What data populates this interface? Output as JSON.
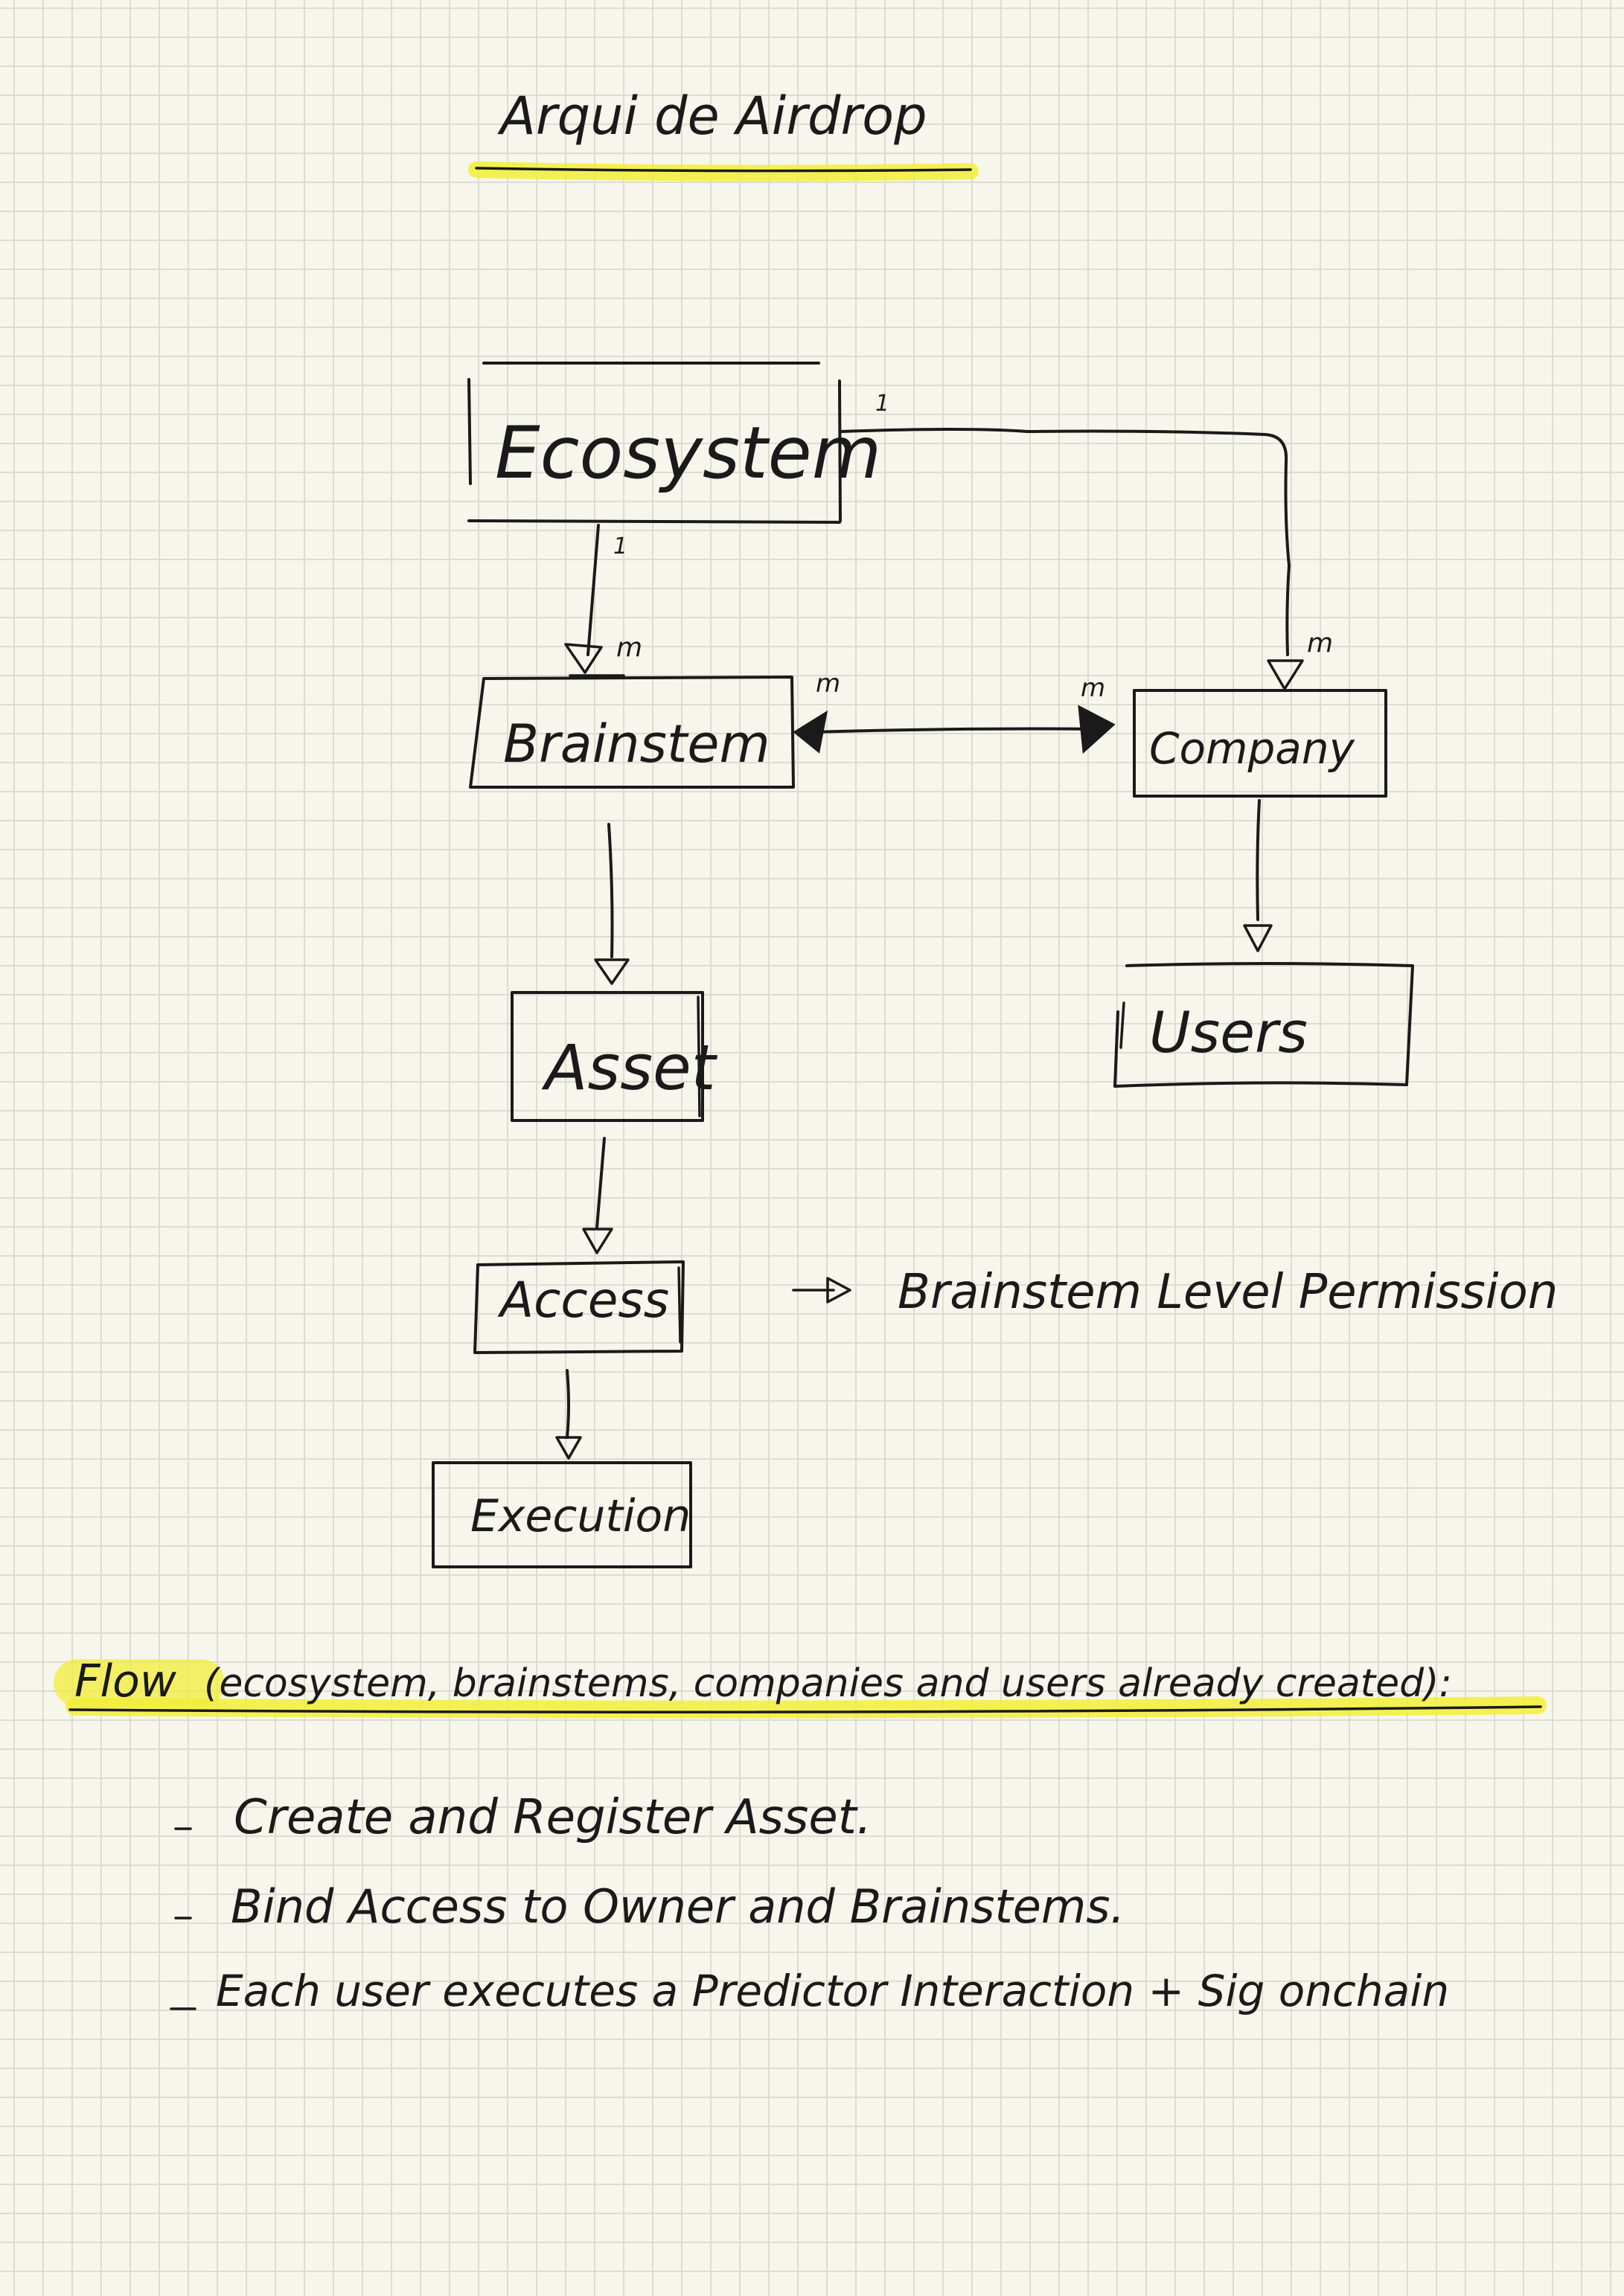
{
  "title": "Arqui de Airdrop",
  "colors": {
    "paper": "#f7f6ec",
    "grid": "#dcdcd0",
    "ink": "#1a1a1a",
    "highlight": "#f2ee3a"
  },
  "diagram": {
    "nodes": {
      "ecosystem": "Ecosystem",
      "brainstem": "Brainstem",
      "company": "Company",
      "users": "Users",
      "asset": "Asset",
      "access": "Access",
      "execution": "Execution"
    },
    "multiplicities": {
      "ecosystem_to_brainstem_source": "1",
      "ecosystem_to_brainstem_target": "m",
      "ecosystem_to_company_source": "1",
      "ecosystem_to_company_target": "m",
      "brainstem_company_left": "m",
      "brainstem_company_right": "m"
    },
    "annotation": "Brainstem Level Permission"
  },
  "flow": {
    "label": "Flow",
    "header_rest": "(ecosystem, brainstems, companies and users already created):",
    "steps": [
      "Create and Register Asset.",
      "Bind Access to Owner and Brainstems.",
      "Each user executes a Predictor Interaction + Sig onchain"
    ]
  }
}
